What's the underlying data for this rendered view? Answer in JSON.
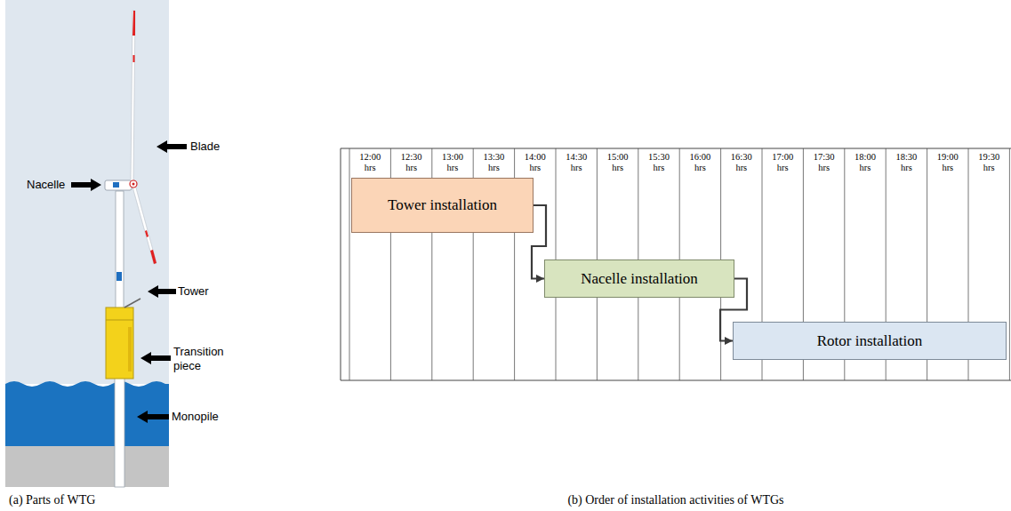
{
  "diagram": {
    "nodes": [
      {
        "text": [
          "Tower installation"
        ]
      },
      {
        "text": [
          "Nacelle installation"
        ]
      },
      {
        "text": [
          "Rotor installation"
        ]
      }
    ],
    "edges": [
      {
        "from": 0,
        "to": 1,
        "arrow": "to"
      },
      {
        "from": 1,
        "to": 2,
        "arrow": "to"
      }
    ],
    "labels": [
      "Blade",
      "Nacelle",
      "Tower",
      "Transition piece",
      "Monopile",
      "12:00 hrs",
      "12:30 hrs",
      "13:00 hrs",
      "13:30 hrs",
      "14:00 hrs",
      "14:30 hrs",
      "15:00 hrs",
      "15:30 hrs",
      "16:00 hrs",
      "16:30 hrs",
      "17:00 hrs",
      "17:30 hrs",
      "18:00 hrs",
      "18:30 hrs",
      "19:00 hrs",
      "19:30 hrs",
      "(a) Parts of WTG",
      "(b) Order of installation activities of WTGs"
    ]
  }
}
